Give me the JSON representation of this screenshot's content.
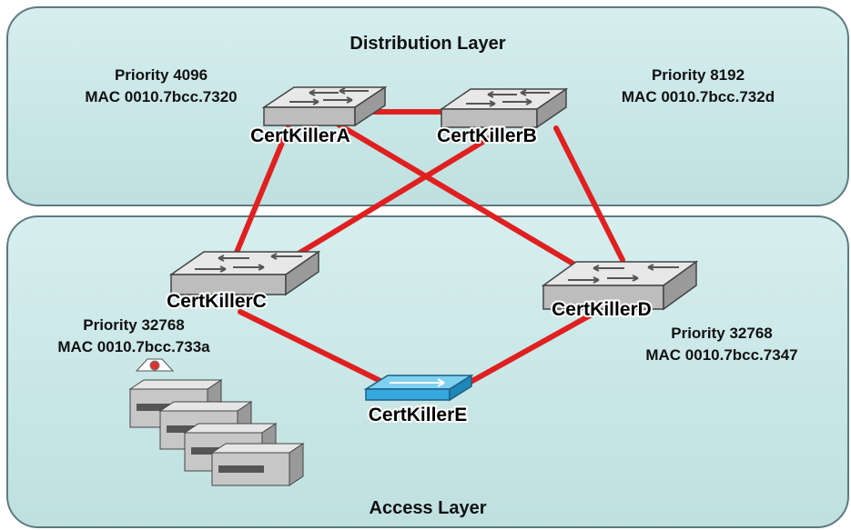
{
  "layers": {
    "distribution": {
      "title": "Distribution Layer"
    },
    "access": {
      "title": "Access Layer"
    }
  },
  "switches": {
    "a": {
      "name": "CertKillerA",
      "priority": "Priority 4096",
      "mac": "MAC 0010.7bcc.7320"
    },
    "b": {
      "name": "CertKillerB",
      "priority": "Priority 8192",
      "mac": "MAC 0010.7bcc.732d"
    },
    "c": {
      "name": "CertKillerC",
      "priority": "Priority 32768",
      "mac": "MAC 0010.7bcc.733a"
    },
    "d": {
      "name": "CertKillerD",
      "priority": "Priority 32768",
      "mac": "MAC 0010.7bcc.7347"
    },
    "e": {
      "name": "CertKillerE"
    }
  },
  "links": [
    [
      "a",
      "b"
    ],
    [
      "a",
      "c"
    ],
    [
      "a",
      "d"
    ],
    [
      "b",
      "c"
    ],
    [
      "b",
      "d"
    ],
    [
      "c",
      "e"
    ],
    [
      "d",
      "e"
    ]
  ],
  "colors": {
    "layer_fill": "#c4e4e4",
    "layer_stroke": "#5d7b80",
    "link": "#e02020",
    "switch_face": "#d2d2d2",
    "switch_top": "#e8e8e8",
    "switch_e": "#35a9dd"
  },
  "icons": {
    "switch": "workgroup-switch-icon",
    "access_switch": "layer2-switch-icon",
    "hosts": "server-stack-icon"
  }
}
